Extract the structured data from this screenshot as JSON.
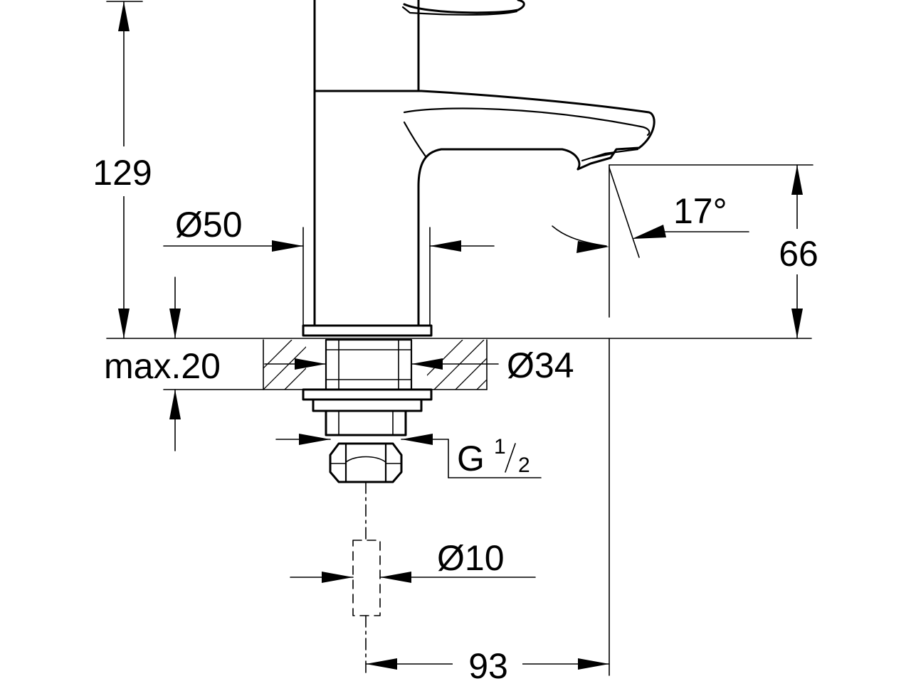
{
  "dimensions": {
    "total_height": "129",
    "body_diameter": "Ø50",
    "spout_angle": "17°",
    "spout_height": "66",
    "max_thickness": "max.20",
    "hole_diameter": "Ø34",
    "thread_main": "G",
    "thread_fraction_num": "1",
    "thread_fraction_den": "2",
    "hose_diameter": "Ø10",
    "projection": "93"
  }
}
